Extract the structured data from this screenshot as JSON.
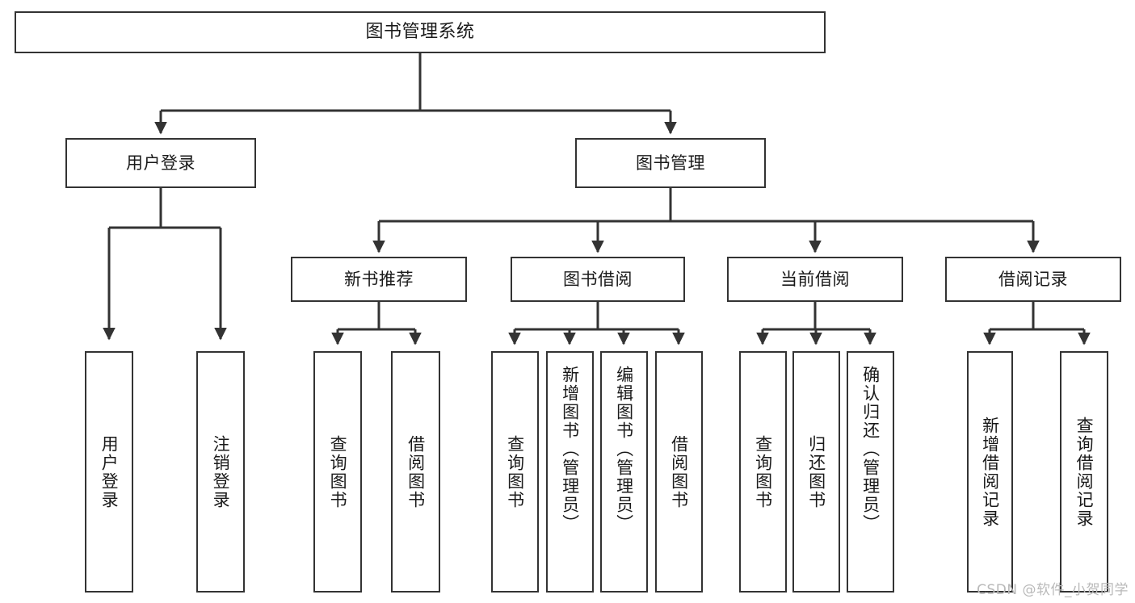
{
  "diagram": {
    "title": "图书管理系统",
    "type": "tree-hierarchy-chart",
    "colors": {
      "background": "#ffffff",
      "box_border": "#333333",
      "box_fill": "#ffffff",
      "connector": "#333333",
      "text": "#1a1a1a",
      "watermark": "#b9b9b9"
    }
  },
  "root": {
    "label": "图书管理系统"
  },
  "level1": [
    {
      "label": "用户登录"
    },
    {
      "label": "图书管理"
    }
  ],
  "level2": [
    {
      "label": "新书推荐"
    },
    {
      "label": "图书借阅"
    },
    {
      "label": "当前借阅"
    },
    {
      "label": "借阅记录"
    }
  ],
  "leaves": {
    "user_login": [
      {
        "label": "用户登录"
      },
      {
        "label": "注销登录"
      }
    ],
    "new_book_recommend": [
      {
        "label": "查询图书"
      },
      {
        "label": "借阅图书"
      }
    ],
    "book_borrow": [
      {
        "label": "查询图书"
      },
      {
        "label": "新增图书（管理员）"
      },
      {
        "label": "编辑图书（管理员）"
      },
      {
        "label": "借阅图书"
      }
    ],
    "current_borrow": [
      {
        "label": "查询图书"
      },
      {
        "label": "归还图书"
      },
      {
        "label": "确认归还（管理员）"
      }
    ],
    "borrow_record": [
      {
        "label": "新增借阅记录"
      },
      {
        "label": "查询借阅记录"
      }
    ]
  },
  "watermark": {
    "text": "CSDN @软件_小贺同学"
  }
}
